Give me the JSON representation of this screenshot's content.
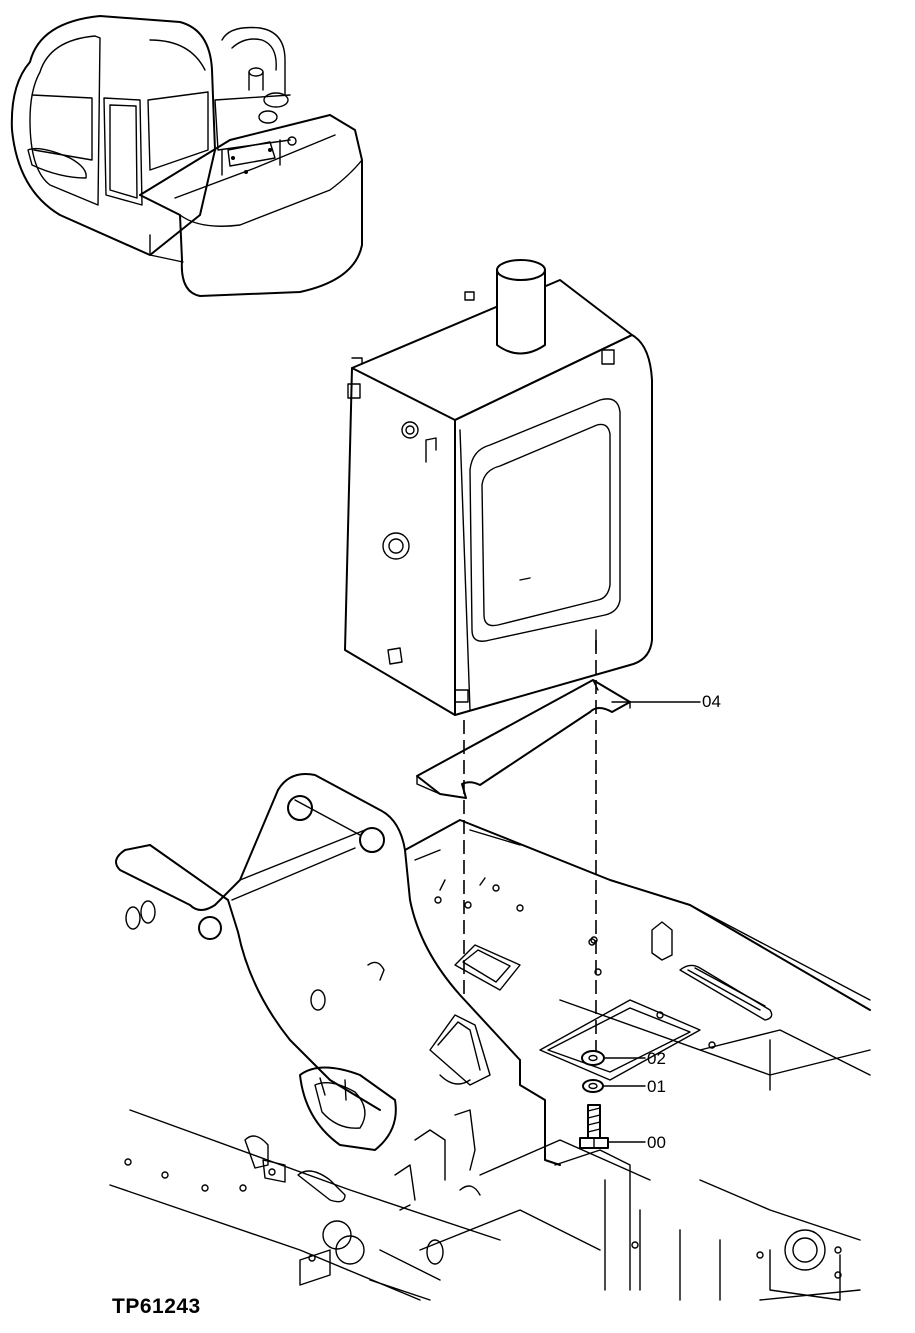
{
  "figure_id": "TP61243",
  "callouts": [
    {
      "id": "04",
      "label": "04",
      "part": "plate"
    },
    {
      "id": "02",
      "label": "02",
      "part": "washer"
    },
    {
      "id": "01",
      "label": "01",
      "part": "lock-washer"
    },
    {
      "id": "00",
      "label": "00",
      "part": "bolt"
    }
  ]
}
